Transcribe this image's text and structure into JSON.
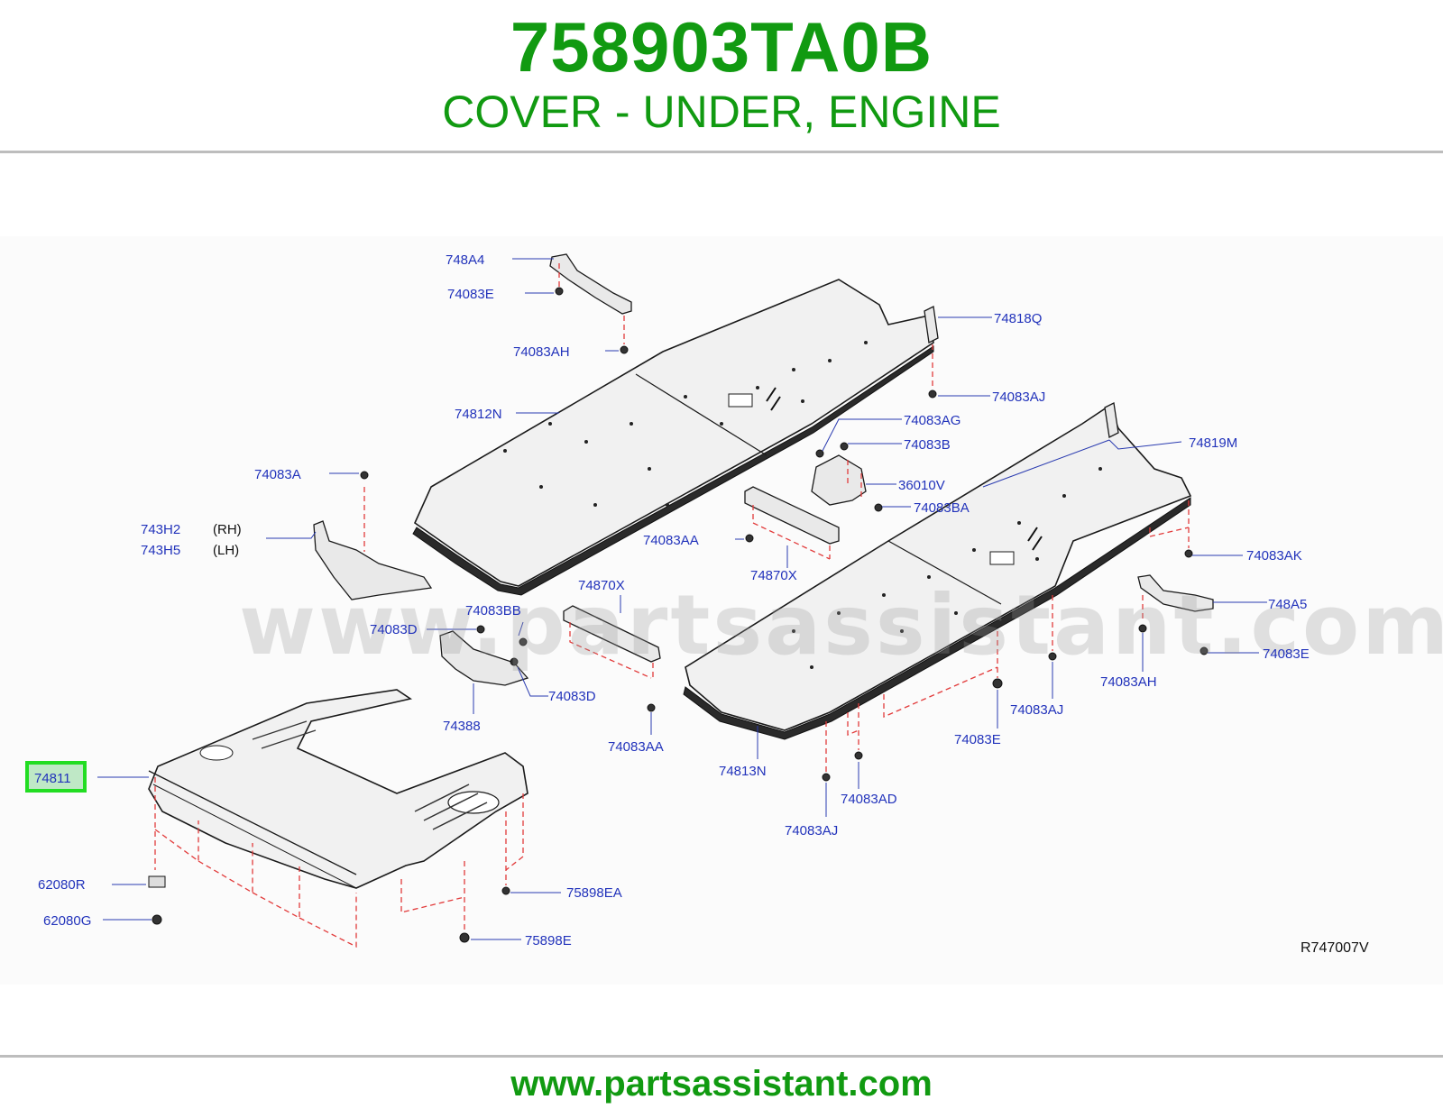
{
  "header": {
    "part_number": "758903TA0B",
    "description": "COVER - UNDER, ENGINE"
  },
  "diagram": {
    "watermark": "www.partsassistant.com",
    "reference_code": "R747007V",
    "highlighted_callout": "74811",
    "highlight_color": "#22dd22",
    "callout_color": "#2233bb",
    "callouts": [
      {
        "id": "c1",
        "text": "748A4"
      },
      {
        "id": "c2",
        "text": "74083E"
      },
      {
        "id": "c3",
        "text": "74083AH"
      },
      {
        "id": "c4",
        "text": "74818Q"
      },
      {
        "id": "c5",
        "text": "74083AJ"
      },
      {
        "id": "c6",
        "text": "74812N"
      },
      {
        "id": "c7",
        "text": "74083AG"
      },
      {
        "id": "c8",
        "text": "74083B"
      },
      {
        "id": "c9",
        "text": "74819M"
      },
      {
        "id": "c10",
        "text": "74083A"
      },
      {
        "id": "c11",
        "text": "36010V"
      },
      {
        "id": "c12",
        "text": "74083BA"
      },
      {
        "id": "c13",
        "text": "743H2"
      },
      {
        "id": "c14",
        "text": "743H5"
      },
      {
        "id": "c15",
        "text": "74083AA"
      },
      {
        "id": "c16",
        "text": "74083AK"
      },
      {
        "id": "c17",
        "text": "74870X"
      },
      {
        "id": "c18",
        "text": "74870X"
      },
      {
        "id": "c19",
        "text": "748A5"
      },
      {
        "id": "c20",
        "text": "74083BB"
      },
      {
        "id": "c21",
        "text": "74083D"
      },
      {
        "id": "c22",
        "text": "74083E"
      },
      {
        "id": "c23",
        "text": "74083D"
      },
      {
        "id": "c24",
        "text": "74083AH"
      },
      {
        "id": "c25",
        "text": "74388"
      },
      {
        "id": "c26",
        "text": "74083AJ"
      },
      {
        "id": "c27",
        "text": "74083AA"
      },
      {
        "id": "c28",
        "text": "74083E"
      },
      {
        "id": "c29",
        "text": "74811"
      },
      {
        "id": "c30",
        "text": "74813N"
      },
      {
        "id": "c31",
        "text": "74083AD"
      },
      {
        "id": "c32",
        "text": "74083AJ"
      },
      {
        "id": "c33",
        "text": "62080R"
      },
      {
        "id": "c34",
        "text": "75898EA"
      },
      {
        "id": "c35",
        "text": "62080G"
      },
      {
        "id": "c36",
        "text": "75898E"
      }
    ],
    "side_notes": [
      {
        "id": "rh",
        "text": "(RH)"
      },
      {
        "id": "lh",
        "text": "(LH)"
      }
    ]
  },
  "footer": {
    "url": "www.partsassistant.com"
  }
}
